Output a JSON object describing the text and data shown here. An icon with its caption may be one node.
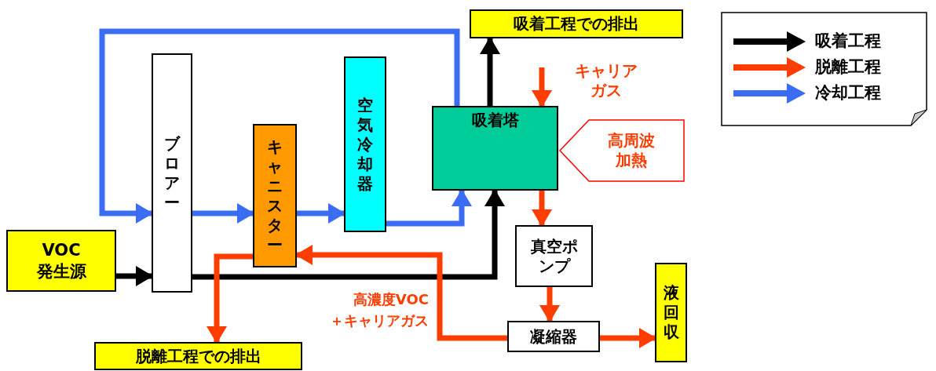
{
  "diagram": {
    "nodes": [
      {
        "text": [
          "VOC発生源"
        ]
      },
      {
        "text": [
          "ブロアー"
        ]
      },
      {
        "text": [
          "キャニスター"
        ]
      },
      {
        "text": [
          "空気冷却器"
        ]
      },
      {
        "text": [
          "吸着塔"
        ]
      },
      {
        "text": [
          "吸着工程での排出"
        ]
      },
      {
        "text": [
          "キャリアガス"
        ]
      },
      {
        "text": [
          "高周波加熱"
        ]
      },
      {
        "text": [
          "真空ポンプ"
        ]
      },
      {
        "text": [
          "凝縮器"
        ]
      },
      {
        "text": [
          "液回収"
        ]
      },
      {
        "text": [
          "脱離工程での排出"
        ]
      }
    ],
    "edges": [
      {
        "from": 4,
        "to": 1,
        "arrow": "to",
        "color": "#3a6cf4"
      },
      {
        "from": 1,
        "to": 2,
        "arrow": "to",
        "color": "#3a6cf4"
      },
      {
        "from": 2,
        "to": 3,
        "arrow": "to",
        "color": "#3a6cf4"
      },
      {
        "from": 3,
        "to": 4,
        "arrow": "to",
        "color": "#3a6cf4"
      },
      {
        "from": 0,
        "to": 1,
        "arrow": "to",
        "color": "#000000"
      },
      {
        "from": 4,
        "to": 5,
        "arrow": "to",
        "color": "#000000"
      },
      {
        "from": 1,
        "to": 4,
        "arrow": "to",
        "color": "#000000"
      },
      {
        "from": null,
        "to": 4,
        "arrow": "to",
        "color": "#ff3d00"
      },
      {
        "from": 4,
        "to": 8,
        "arrow": "to",
        "color": "#ff3d00"
      },
      {
        "from": 8,
        "to": 9,
        "arrow": "to",
        "color": "#ff3d00"
      },
      {
        "from": 9,
        "to": 10,
        "arrow": "to",
        "color": "#ff3d00"
      },
      {
        "from": 9,
        "to": 2,
        "arrow": "to",
        "color": "#ff3d00"
      },
      {
        "from": 2,
        "to": 11,
        "arrow": "to",
        "color": "#ff3d00"
      }
    ],
    "labels": [
      "高濃度VOC ＋キャリアガス"
    ],
    "legend": [
      {
        "text": "吸着工程",
        "color": "#000000"
      },
      {
        "text": "脱離工程",
        "color": "#ff3d00"
      },
      {
        "text": "冷却工程",
        "color": "#3a6cf4"
      }
    ]
  }
}
